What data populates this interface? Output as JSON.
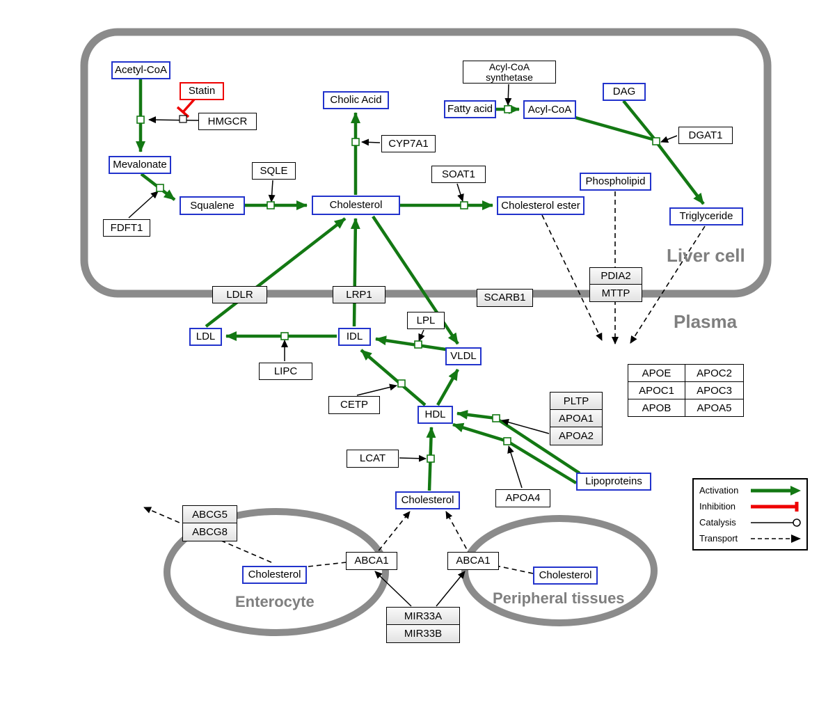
{
  "compartments": {
    "liver": "Liver cell",
    "plasma": "Plasma",
    "enterocyte": "Enterocyte",
    "peripheral": "Peripheral tissues"
  },
  "nodes": {
    "acetyl_coa": "Acetyl-CoA",
    "statin": "Statin",
    "hmgcr": "HMGCR",
    "mevalonate": "Mevalonate",
    "fdft1": "FDFT1",
    "squalene": "Squalene",
    "sqle": "SQLE",
    "cholic_acid": "Cholic Acid",
    "cyp7a1": "CYP7A1",
    "cholesterol_liver": "Cholesterol",
    "soat1": "SOAT1",
    "cholesterol_ester": "Cholesterol ester",
    "acyl_coa_synthetase": "Acyl-CoA synthetase",
    "fatty_acid": "Fatty acid",
    "acyl_coa": "Acyl-CoA",
    "dag": "DAG",
    "dgat1": "DGAT1",
    "phospholipid": "Phospholipid",
    "triglyceride": "Triglyceride",
    "ldlr": "LDLR",
    "lrp1": "LRP1",
    "scarb1": "SCARB1",
    "pdia2": "PDIA2",
    "mttp": "MTTP",
    "ldl": "LDL",
    "idl": "IDL",
    "lipc": "LIPC",
    "lpl": "LPL",
    "vldl": "VLDL",
    "cetp": "CETP",
    "hdl": "HDL",
    "pltp": "PLTP",
    "apoa1": "APOA1",
    "apoa2": "APOA2",
    "lcat": "LCAT",
    "apoa4": "APOA4",
    "lipoproteins": "Lipoproteins",
    "cholesterol_plasma": "Cholesterol",
    "abcg5": "ABCG5",
    "abcg8": "ABCG8",
    "cholesterol_enterocyte": "Cholesterol",
    "abca1_left": "ABCA1",
    "abca1_right": "ABCA1",
    "mir33a": "MIR33A",
    "mir33b": "MIR33B",
    "cholesterol_peripheral": "Cholesterol"
  },
  "apo_table": {
    "rows": [
      [
        "APOE",
        "APOC2"
      ],
      [
        "APOC1",
        "APOC3"
      ],
      [
        "APOB",
        "APOA5"
      ]
    ]
  },
  "legend": {
    "activation": "Activation",
    "inhibition": "Inhibition",
    "catalysis": "Catalysis",
    "transport": "Transport"
  },
  "colors": {
    "activation_green": "#137813",
    "inhibition_red": "#ee0000",
    "metabolite_border_blue": "#2233cc",
    "membrane_gray": "#8b8b8b",
    "catalysis_black": "#000000",
    "transport_black": "#000000"
  }
}
